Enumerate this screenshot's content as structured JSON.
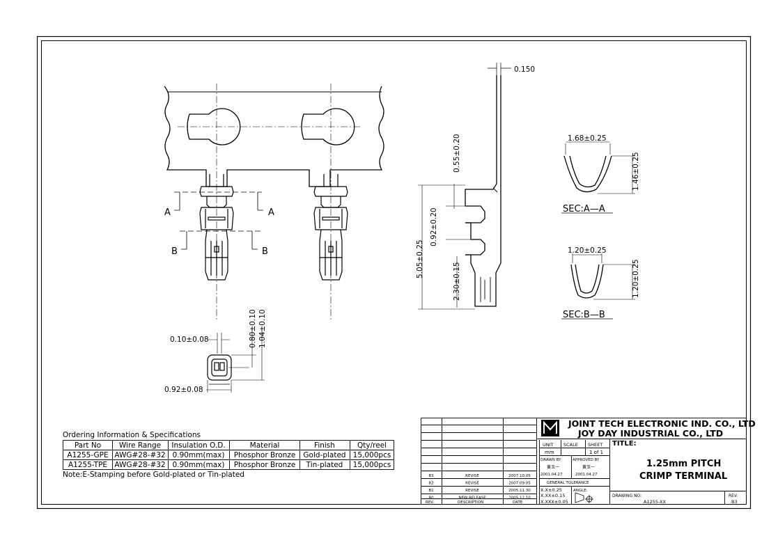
{
  "dimensions": {
    "thickness": "0.150",
    "width_a": "1.68±0.25",
    "height_a": "1.46±0.25",
    "section_a": "SEC:A—A",
    "width_b": "1.20±0.25",
    "height_b": "1.20±0.25",
    "section_b": "SEC:B—B",
    "d_055": "0.55±0.20",
    "d_092v": "0.92±0.20",
    "d_505": "5.05±0.25",
    "d_230": "2.30±0.15",
    "d_010": "0.10±0.08",
    "d_080": "0.80±0.10",
    "d_104": "1.04±0.10",
    "d_092h": "0.92±0.08"
  },
  "cut_marks": {
    "a": "A",
    "b": "B"
  },
  "ordering": {
    "title": "Ordering Information & Specifications",
    "headers": [
      "Part No",
      "Wire Range",
      "Insulation O.D.",
      "Material",
      "Finish",
      "Qty/reel"
    ],
    "rows": [
      [
        "A1255-GPE",
        "AWG#28-#32",
        "0.90mm(max)",
        "Phosphor Bronze",
        "Gold-plated",
        "15,000pcs"
      ],
      [
        "A1255-TPE",
        "AWG#28-#32",
        "0.90mm(max)",
        "Phosphor Bronze",
        "Tin-plated",
        "15,000pcs"
      ]
    ],
    "note": "Note:E-Stamping before Gold-plated or Tin-plated"
  },
  "title_block": {
    "company1": "JOINT TECH ELECTRONIC IND. CO., LTD",
    "company2": "JOY DAY INDUSTRIAL CO., LTD",
    "unit_label": "UNIT",
    "scale_label": "SCALE",
    "sheet_label": "SHEET",
    "unit_value": "mm",
    "sheet_value": "1 of 1",
    "title_label": "TITLE:",
    "title1": "1.25mm PITCH",
    "title2": "CRIMP TERMINAL",
    "drawn_by": "DRAWN BY",
    "approved_by": "APPROVED BY",
    "drawn_name": "黄玉一",
    "approved_name": "黄玉一",
    "drawn_date": "2001.04.27",
    "approved_date": "2001.04.27",
    "general_tolerance": "GENERAL TOLERANCE",
    "tol1": "X.X±0.25",
    "tol2": "X.XX±0.15",
    "tol3": "X.XXX±0.05",
    "angle_label": "ANGLE:",
    "drawing_no_label": "DRAWING NO:",
    "drawing_no": "A1255-XX",
    "rev_label": "REV.",
    "rev_value": "B3",
    "revisions": [
      [
        "B3",
        "REVISE",
        "2007.10.05"
      ],
      [
        "B2",
        "REVISE",
        "2007.09.05"
      ],
      [
        "B1",
        "REVISE",
        "2005.11.30"
      ],
      [
        "B0",
        "NEW RELEASE",
        "2005.12.10"
      ]
    ],
    "rev_col": "REV.",
    "desc_col": "DESCRIPTION",
    "date_col": "DATE"
  }
}
